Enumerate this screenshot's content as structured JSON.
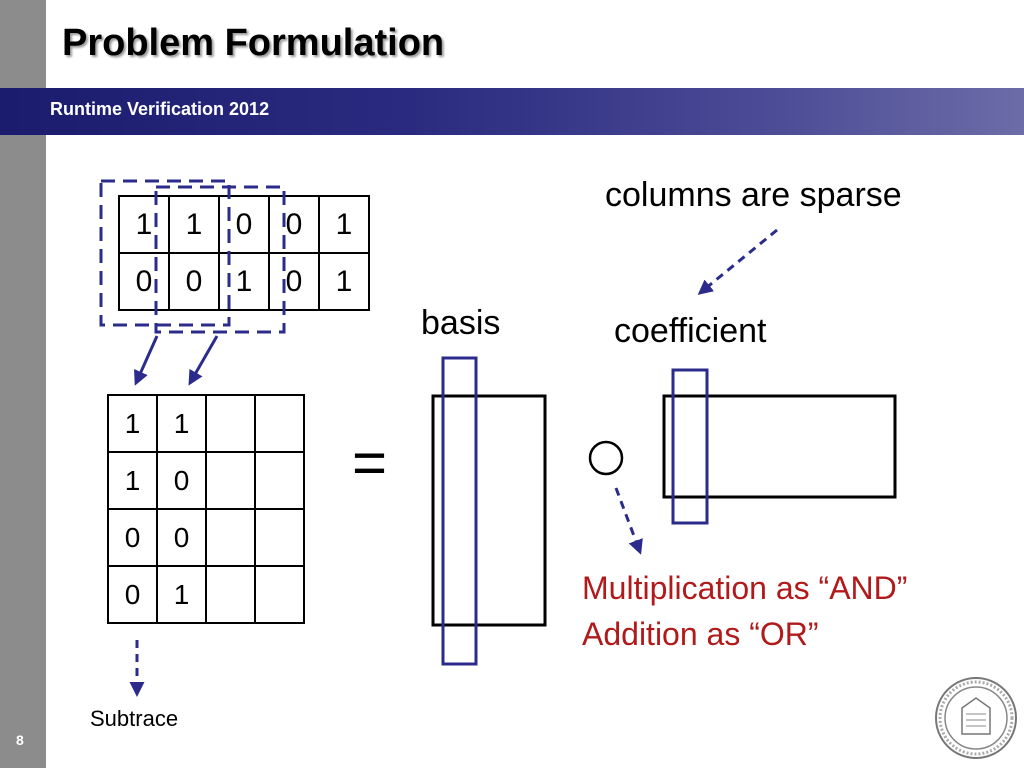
{
  "slide": {
    "title": "Problem Formulation",
    "subtitle": "Runtime Verification 2012",
    "page_number": "8"
  },
  "top_matrix": [
    [
      "1",
      "1",
      "0",
      "0",
      "1"
    ],
    [
      "0",
      "0",
      "1",
      "0",
      "1"
    ]
  ],
  "subtrace_matrix": [
    [
      "1",
      "1",
      "",
      ""
    ],
    [
      "1",
      "0",
      "",
      ""
    ],
    [
      "0",
      "0",
      "",
      ""
    ],
    [
      "0",
      "1",
      "",
      ""
    ]
  ],
  "labels": {
    "columns_sparse": "columns are sparse",
    "basis": "basis",
    "coefficient": "coefficient",
    "equals": "=",
    "subtrace": "Subtrace"
  },
  "notes": {
    "line1": "Multiplication as “AND”",
    "line2": "Addition as “OR”"
  },
  "colors": {
    "accent_blue": "#2b2b8c",
    "note_red": "#b01a1a",
    "header_dark": "#1c1c6e"
  },
  "icons": {
    "seal": "university-seal-icon"
  }
}
